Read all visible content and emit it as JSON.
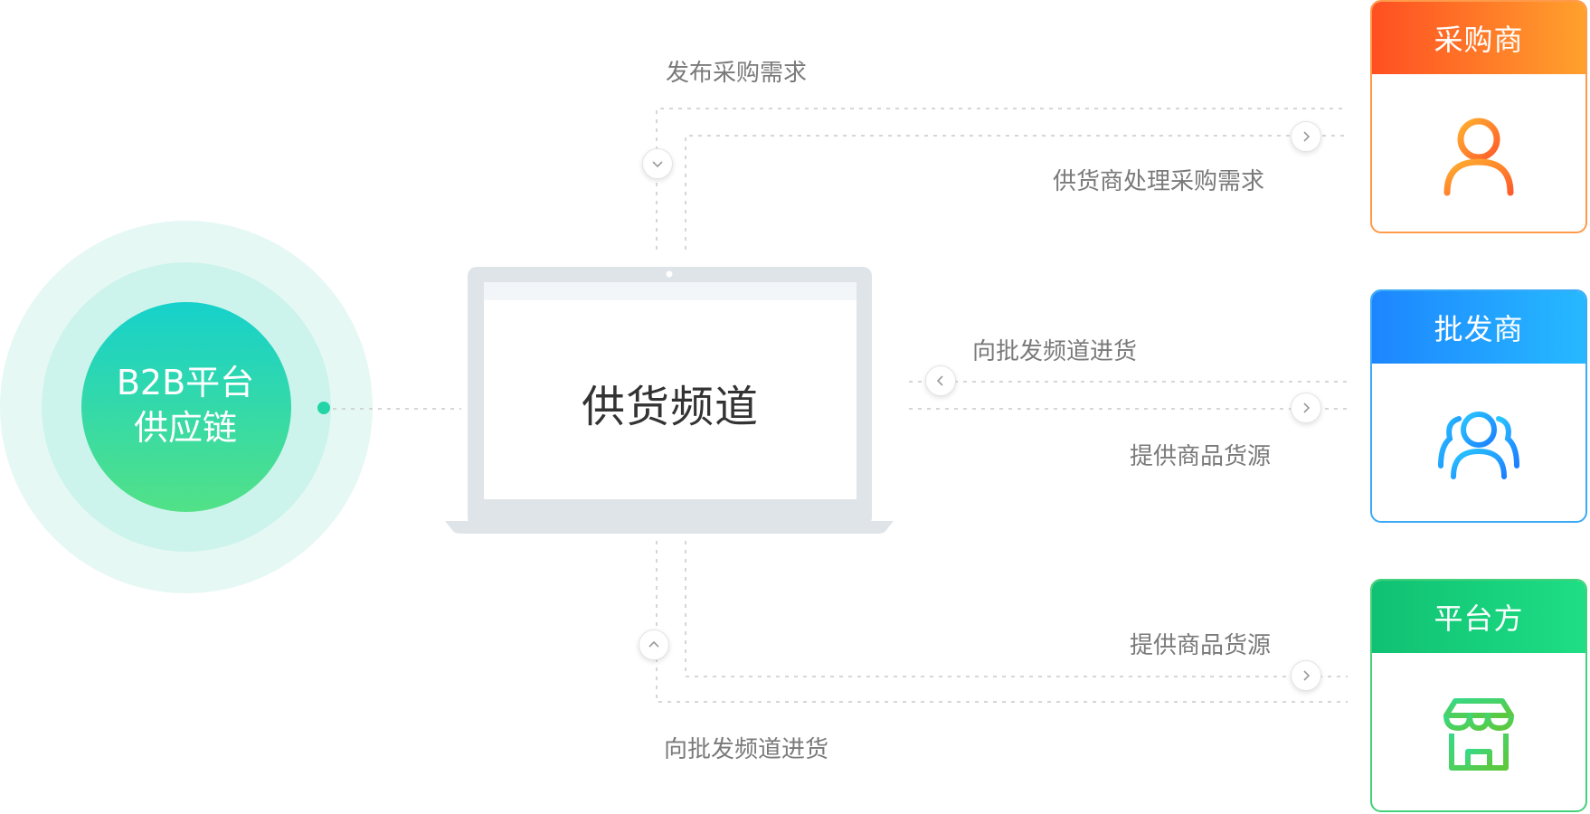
{
  "hub": {
    "line1": "B2B平台",
    "line2": "供应链"
  },
  "center": {
    "label": "供货频道"
  },
  "flows": {
    "buyer_publish": "发布采购需求",
    "supplier_handle": "供货商处理采购需求",
    "wholesale_restock": "向批发频道进货",
    "wholesale_supply": "提供商品货源",
    "platform_supply": "提供商品货源",
    "platform_restock": "向批发频道进货"
  },
  "roles": {
    "buyer": {
      "title": "采购商",
      "icon": "person-icon",
      "color_start": "#ff4f22",
      "color_end": "#ffa12d"
    },
    "wholesaler": {
      "title": "批发商",
      "icon": "group-icon",
      "color_start": "#1d86ff",
      "color_end": "#26b9ff"
    },
    "platform": {
      "title": "平台方",
      "icon": "store-icon",
      "color_start": "#10c173",
      "color_end": "#1ede84"
    }
  },
  "colors": {
    "hub_start": "#18d3c8",
    "hub_end": "#4de08a",
    "dotted_line": "#c9c9c9",
    "laptop": "#dfe4e8"
  }
}
